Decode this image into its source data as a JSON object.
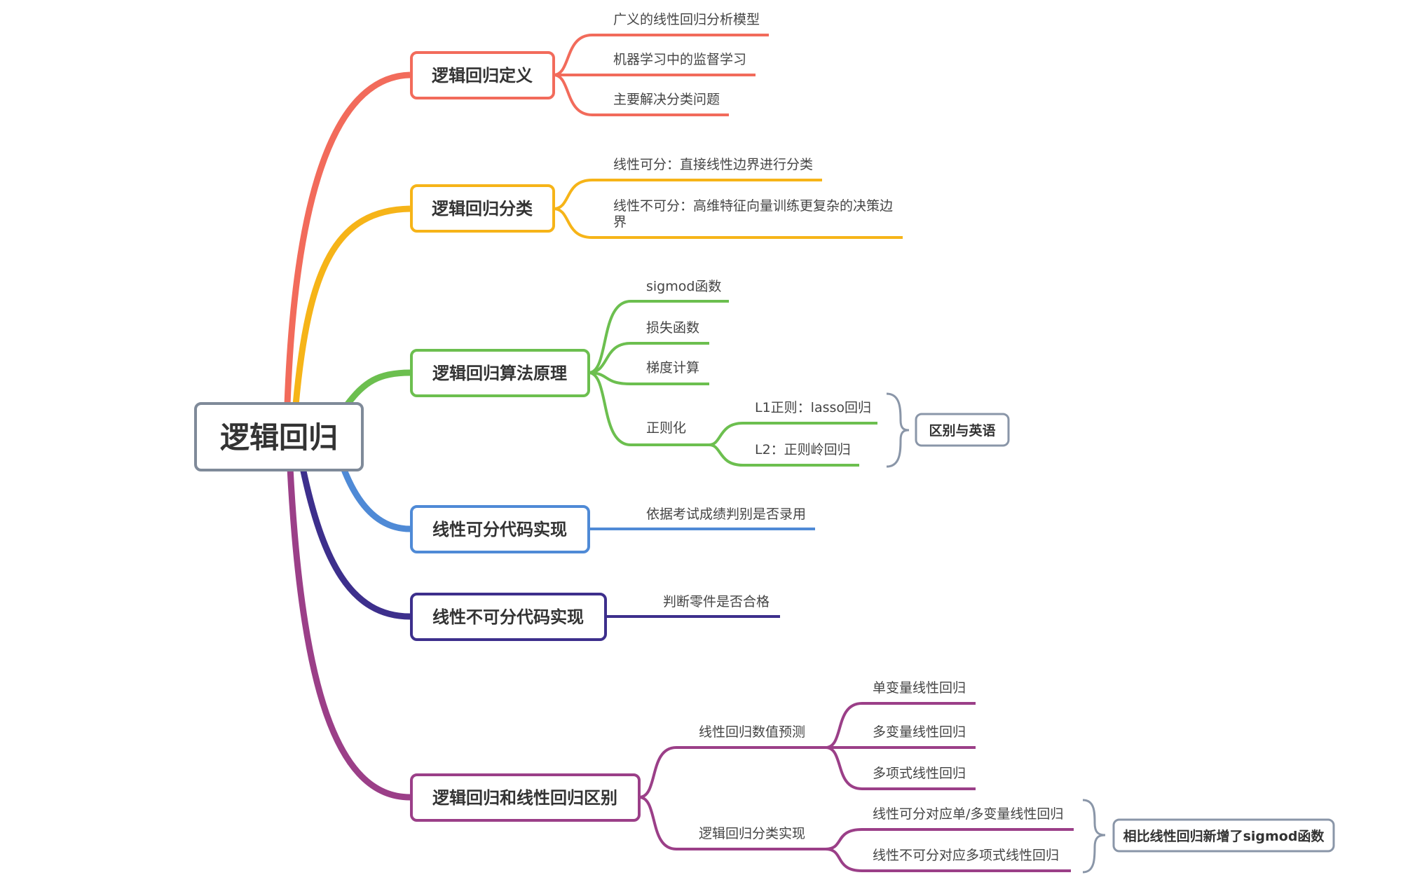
{
  "root": {
    "label": "逻辑回归"
  },
  "colors": {
    "definition": "#f26b5b",
    "classification": "#f6b418",
    "principle": "#6cbf4f",
    "separable": "#4f8ad6",
    "inseparable": "#3d2f8c",
    "difference": "#9b3f88",
    "root_border": "#7f8a99",
    "summary_border": "#8a96a8"
  },
  "branches": {
    "definition": {
      "label": "逻辑回归定义",
      "items": [
        "广义的线性回归分析模型",
        "机器学习中的监督学习",
        "主要解决分类问题"
      ]
    },
    "classification": {
      "label": "逻辑回归分类",
      "items": [
        "线性可分：直接线性边界进行分类",
        "线性不可分：高维特征向量训练更复杂的决策边",
        "界"
      ]
    },
    "principle": {
      "label": "逻辑回归算法原理",
      "items": [
        "sigmod函数",
        "损失函数",
        "梯度计算",
        "正则化"
      ],
      "regularization": [
        "L1正则：lasso回归",
        "L2：正则岭回归"
      ],
      "summary": "区别与英语"
    },
    "separable": {
      "label": "线性可分代码实现",
      "items": [
        "依据考试成绩判别是否录用"
      ]
    },
    "inseparable": {
      "label": "线性不可分代码实现",
      "items": [
        "判断零件是否合格"
      ]
    },
    "difference": {
      "label": "逻辑回归和线性回归区别",
      "linear": {
        "label": "线性回归数值预测",
        "items": [
          "单变量线性回归",
          "多变量线性回归",
          "多项式线性回归"
        ]
      },
      "logistic": {
        "label": "逻辑回归分类实现",
        "items": [
          "线性可分对应单/多变量线性回归",
          "线性不可分对应多项式线性回归"
        ]
      },
      "summary": "相比线性回归新增了sigmod函数"
    }
  }
}
